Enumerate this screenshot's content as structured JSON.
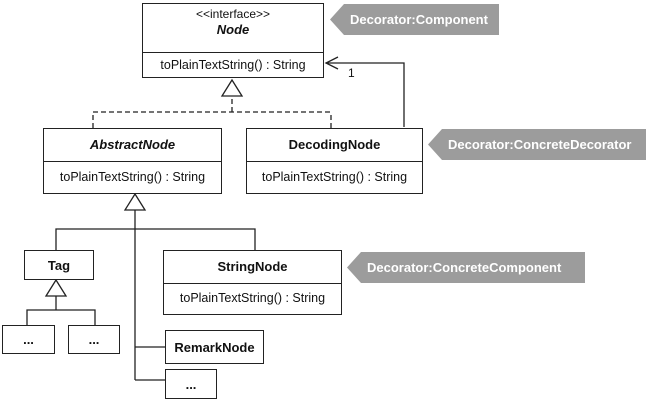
{
  "diagram": {
    "node": {
      "stereotype": "<<interface>>",
      "name": "Node",
      "method": "toPlainTextString() : String"
    },
    "abstract_node": {
      "name": "AbstractNode",
      "method": "toPlainTextString() : String"
    },
    "decoding_node": {
      "name": "DecodingNode",
      "method": "toPlainTextString() : String"
    },
    "tag": {
      "name": "Tag"
    },
    "tag_sub_1": {
      "name": "..."
    },
    "tag_sub_2": {
      "name": "..."
    },
    "string_node": {
      "name": "StringNode",
      "method": "toPlainTextString() : String"
    },
    "remark_node": {
      "name": "RemarkNode"
    },
    "other_node": {
      "name": "..."
    },
    "multiplicity": "1",
    "roles": {
      "component": "Decorator:Component",
      "concrete_decorator": "Decorator:ConcreteDecorator",
      "concrete_component": "Decorator:ConcreteComponent"
    },
    "colors": {
      "role_tag": "#9c9c9c",
      "line": "#222222"
    }
  }
}
